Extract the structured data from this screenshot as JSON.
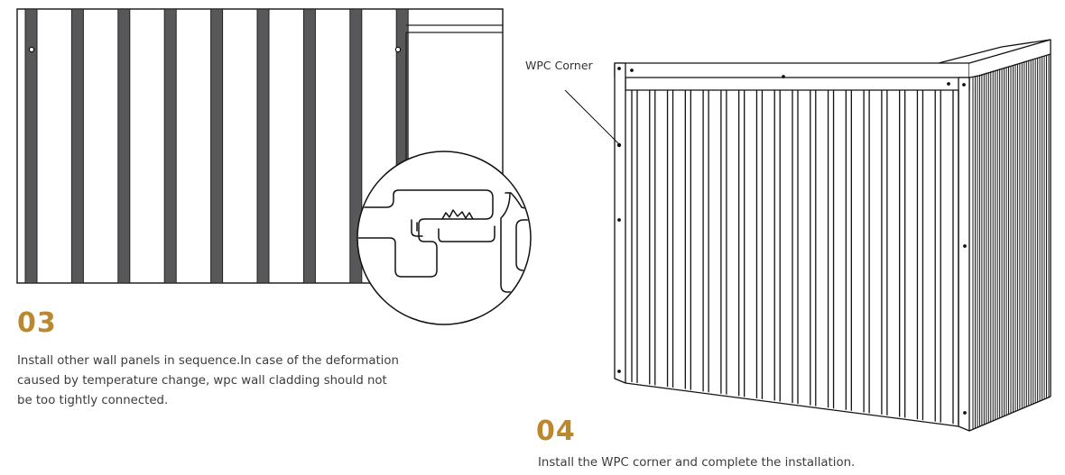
{
  "step03": {
    "number": "03",
    "description": "Install other wall panels in sequence.In case of the deformation caused by temperature change, wpc wall cladding should not be too tightly connected."
  },
  "step04": {
    "number": "04",
    "description": "Install the WPC corner and complete the installation."
  },
  "callout": {
    "label": "WPC Corner"
  },
  "colors": {
    "accent": "#b9882f",
    "panel_dark": "#58585a",
    "line": "#1a1a1a",
    "text": "#3c3c3c"
  }
}
